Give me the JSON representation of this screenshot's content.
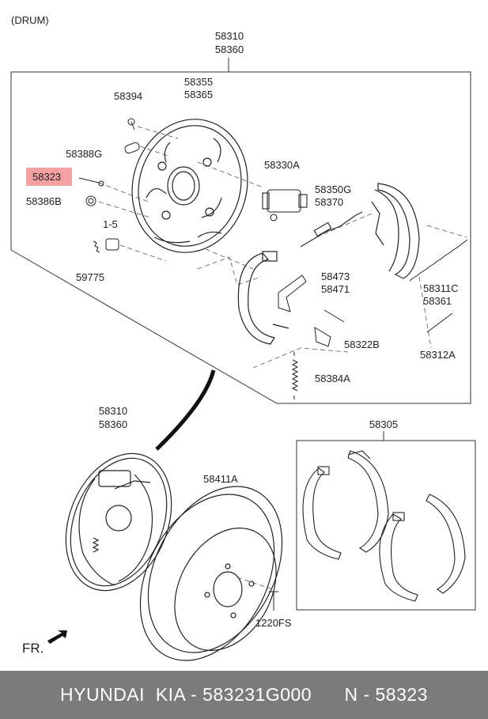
{
  "header": {
    "section": "(DRUM)"
  },
  "labels": {
    "assembly_top_a": "58310",
    "assembly_top_b": "58360",
    "backplate_a": "58355",
    "backplate_b": "58365",
    "bolt": "58394",
    "grommet": "58388G",
    "pin": "58323",
    "bushing": "58386B",
    "plug": "1-5",
    "clip": "59775",
    "wheel_cylinder": "58330A",
    "adjuster_a": "58350G",
    "adjuster_b": "58370",
    "lever_a": "58473",
    "lever_b": "58471",
    "spring_upper_a": "58311C",
    "spring_upper_b": "58361",
    "retainer": "58322B",
    "spring_small": "58312A",
    "spring_lower": "58384A",
    "assembly_bottom_a": "58310",
    "assembly_bottom_b": "58360",
    "drum": "58411A",
    "shoe_kit": "58305",
    "screw": "1220FS",
    "front": "FR."
  },
  "highlighted_part": "58323",
  "colors": {
    "highlight": "#f3a0a0",
    "footer_bg": "#7b7b7b",
    "footer_text": "#ffffff"
  },
  "footer": {
    "brand": "HYUNDAI  KIA - 583231G000",
    "ref": "N - 58323"
  }
}
